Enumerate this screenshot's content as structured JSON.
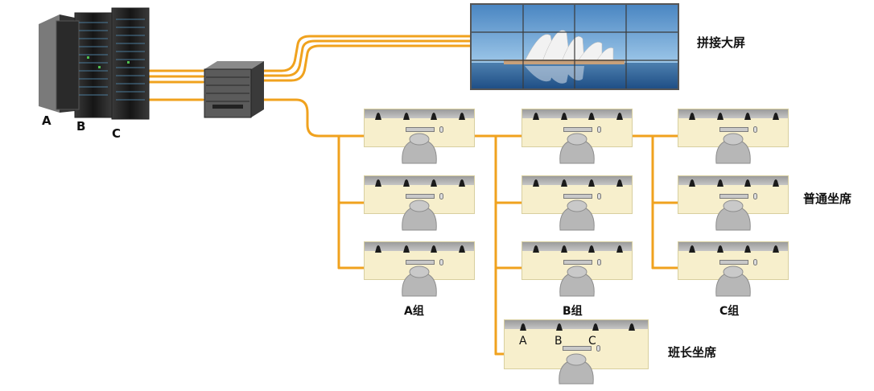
{
  "diagram": {
    "server_labels": [
      "A",
      "B",
      "C"
    ],
    "videowall_label": "拼接大屏",
    "ordinary_seats_label": "普通坐席",
    "group_labels": [
      "A组",
      "B组",
      "C组"
    ],
    "supervisor_label": "班长坐席",
    "supervisor_monitor_labels": [
      "A",
      "B",
      "C"
    ],
    "colors": {
      "cable": "#f0a21e",
      "desk": "#f7efcc",
      "rack": "#2a2a2a",
      "screen_sky": "#6aa6d6"
    },
    "icons": [
      "server-rack-icon",
      "kvm-switch-icon",
      "video-wall-icon",
      "workstation-desk-icon",
      "operator-chair-icon"
    ]
  }
}
